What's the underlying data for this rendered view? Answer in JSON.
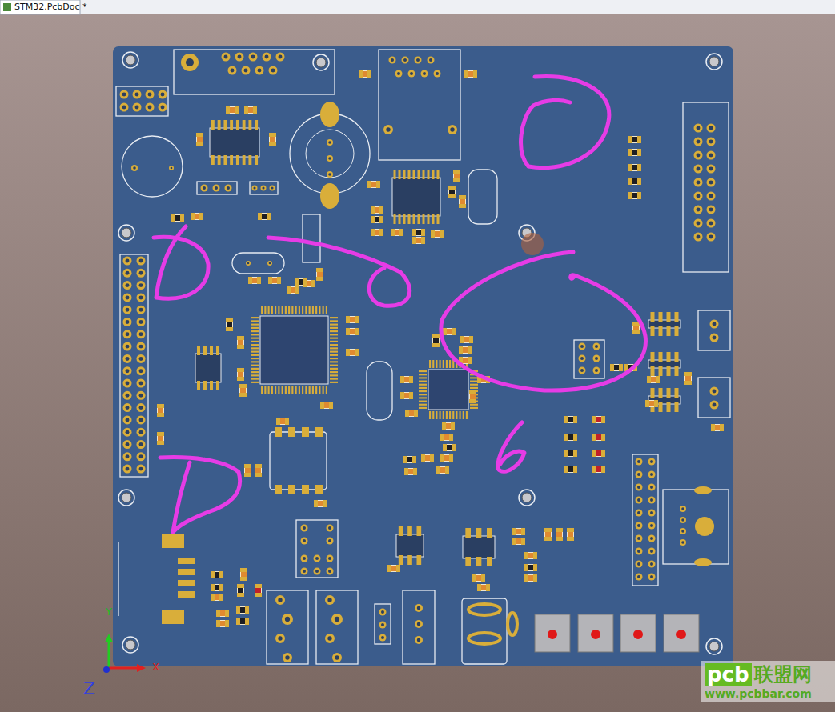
{
  "diagram": {
    "labels": [
      "STM32.PcbDoc *",
      "Y",
      "X",
      "Z",
      "pcb",
      "联盟网",
      "www.pcbbar.com"
    ]
  }
}
